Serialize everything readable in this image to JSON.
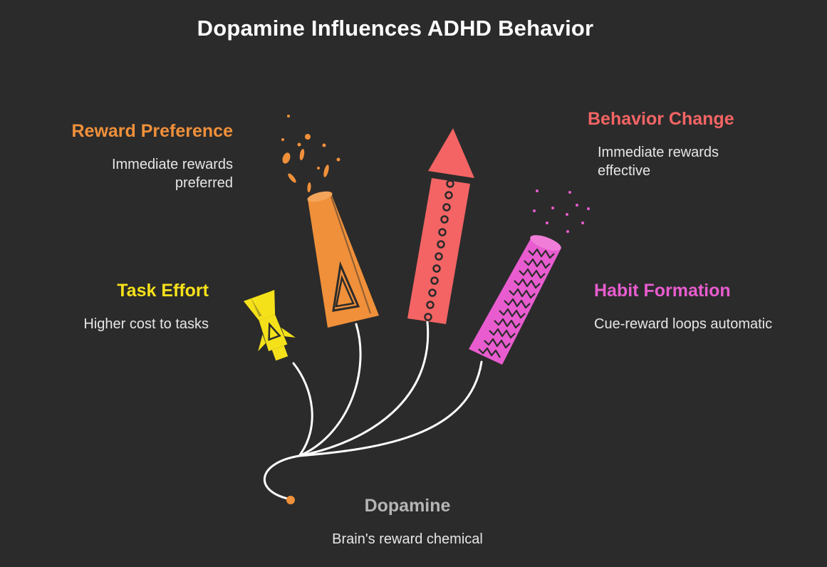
{
  "title": "Dopamine Influences ADHD Behavior",
  "colors": {
    "background": "#2b2b2b",
    "reward_preference": "#f0903a",
    "behavior_change": "#f46464",
    "task_effort": "#f5e11a",
    "habit_formation": "#e85ccf",
    "dopamine": "#b5b5b5"
  },
  "items": {
    "reward_preference": {
      "label": "Reward Preference",
      "lines": [
        "Immediate rewards",
        "preferred"
      ],
      "icon": "orange-firework-cone-icon"
    },
    "behavior_change": {
      "label": "Behavior Change",
      "lines": [
        "Immediate rewards",
        "effective"
      ],
      "icon": "red-firework-rocket-icon"
    },
    "task_effort": {
      "label": "Task Effort",
      "lines": [
        "Higher cost to tasks"
      ],
      "icon": "yellow-firework-rocket-icon"
    },
    "habit_formation": {
      "label": "Habit Formation",
      "lines": [
        "Cue-reward loops automatic"
      ],
      "icon": "pink-firework-tube-icon"
    },
    "dopamine": {
      "label": "Dopamine",
      "lines": [
        "Brain's reward chemical"
      ],
      "icon": "fuse-spark-icon"
    }
  }
}
